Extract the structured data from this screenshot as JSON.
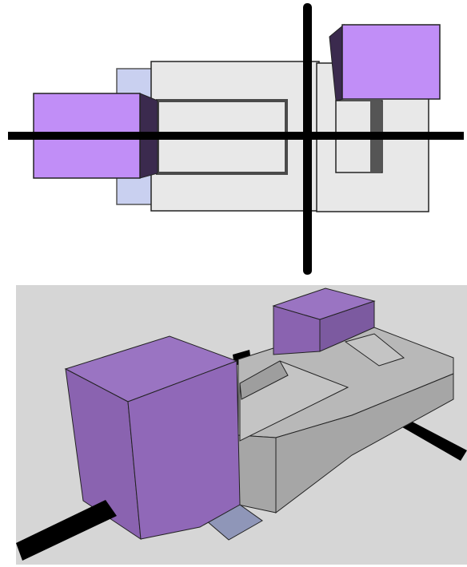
{
  "figure": {
    "panels": [
      {
        "name": "top-view-panel",
        "view": "top"
      },
      {
        "name": "perspective-view-panel",
        "view": "3d perspective"
      }
    ]
  },
  "colors": {
    "purple_block": "#c18ef7",
    "purple_side": "#3b2a4e",
    "purple_3d": "#9068b8",
    "purple_3d_dark": "#7c5aa0",
    "lavender_plate": "#c9d0f0",
    "grey_plate": "#e8e8e8",
    "grey_3d_top": "#b8b8b8",
    "grey_3d_side": "#a6a6a6",
    "grey_3d_dark": "#8e8e8e",
    "background_3d": "#d6d6d6",
    "rod": "#000000",
    "outline": "#222222"
  }
}
